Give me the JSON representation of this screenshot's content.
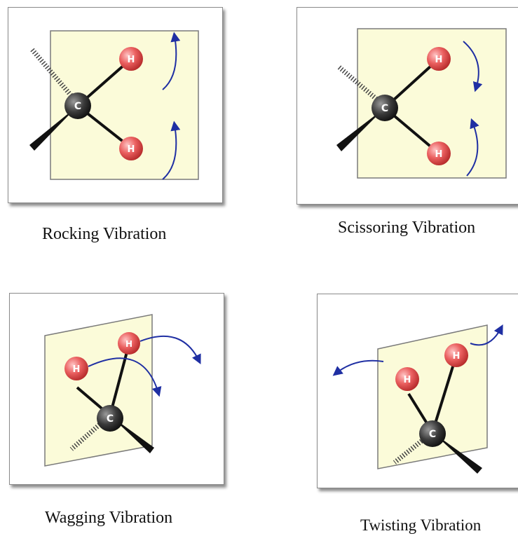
{
  "colors": {
    "plane_fill": "#fbfbd9",
    "plane_stroke": "#7a7a7a",
    "bond": "#111111",
    "carbon": "#2b2b2b",
    "hydrogen": "#e45a5a",
    "arrow": "#1f2fa3"
  },
  "atoms": {
    "carbon_symbol": "C",
    "hydrogen_symbol": "H"
  },
  "panels": [
    {
      "id": "rocking",
      "caption": "Rocking Vibration"
    },
    {
      "id": "scissoring",
      "caption": "Scissoring Vibration"
    },
    {
      "id": "wagging",
      "caption": "Wagging Vibration"
    },
    {
      "id": "twisting",
      "caption": "Twisting Vibration"
    }
  ]
}
